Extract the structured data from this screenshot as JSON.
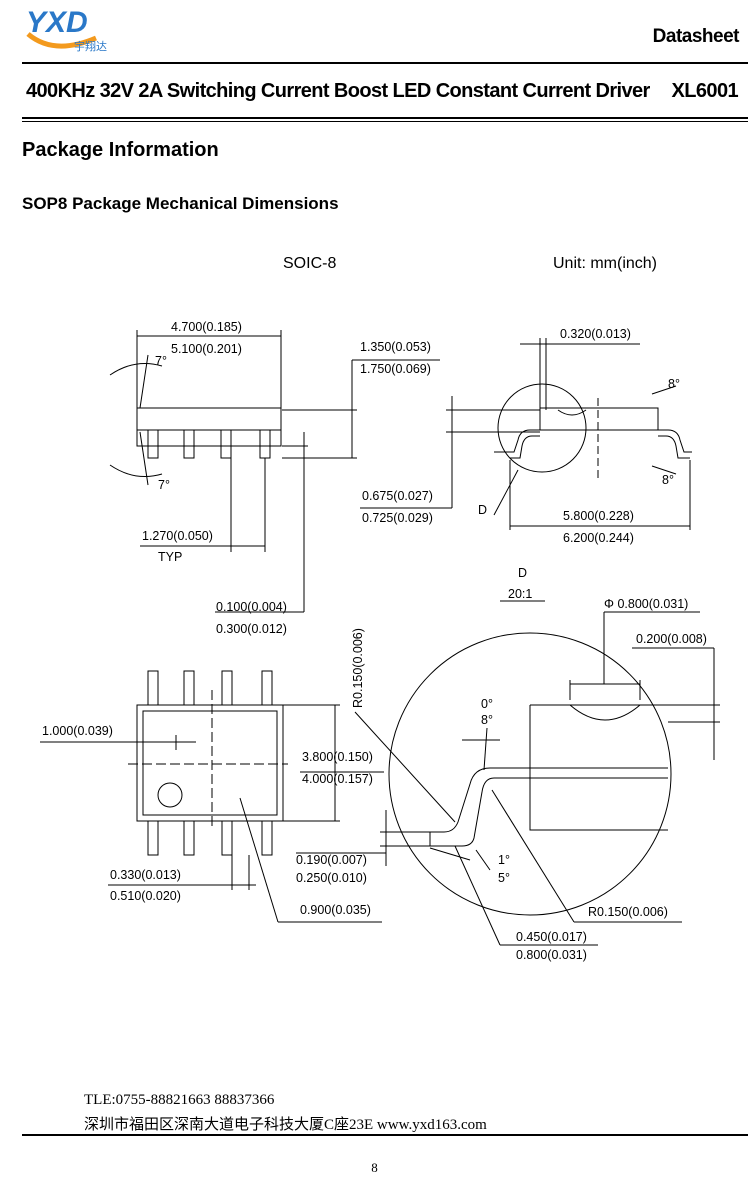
{
  "header": {
    "logo_text": "YXD",
    "logo_sub": "宇翔达",
    "doc_type": "Datasheet",
    "title": "400KHz 32V 2A Switching Current Boost LED Constant Current Driver",
    "part_number": "XL6001"
  },
  "section": {
    "heading": "Package Information",
    "subheading": "SOP8 Package Mechanical Dimensions"
  },
  "drawing": {
    "package_name": "SOIC-8",
    "unit": "Unit: mm(inch)",
    "dims": {
      "width_min": "4.700(0.185)",
      "width_max": "5.100(0.201)",
      "angle_top": "7°",
      "angle_bottom": "7°",
      "height_min": "1.350(0.053)",
      "height_max": "1.750(0.069)",
      "pitch": "1.270(0.050)",
      "pitch_note": "TYP",
      "standoff_min": "0.100(0.004)",
      "standoff_max": "0.300(0.012)",
      "lead_thk": "0.320(0.013)",
      "angle_right_top": "8°",
      "angle_right_bottom": "8°",
      "body_thk_min": "0.675(0.027)",
      "body_thk_max": "0.725(0.029)",
      "detail_label": "D",
      "span_min": "5.800(0.228)",
      "span_max": "6.200(0.244)",
      "detail_title": "D",
      "detail_scale": "20:1",
      "pin1_dia": "Φ 0.800(0.031)",
      "depth": "0.200(0.008)",
      "radius_top": "R0.150(0.006)",
      "angle_detail_top": "0°",
      "angle_detail_bottom": "8°",
      "chamfer": "1.000(0.039)",
      "body_w_min": "3.800(0.150)",
      "body_w_max": "4.000(0.157)",
      "lead_w_min": "0.330(0.013)",
      "lead_w_max": "0.510(0.020)",
      "foot_thk_min": "0.190(0.007)",
      "foot_thk_max": "0.250(0.010)",
      "angle_foot_top": "1°",
      "angle_foot_bottom": "5°",
      "pin1_offset": "0.900(0.035)",
      "radius_bottom": "R0.150(0.006)",
      "foot_len_min": "0.450(0.017)",
      "foot_len_max": "0.800(0.031)"
    }
  },
  "footer": {
    "tel": "TLE:0755-88821663  88837366",
    "address": "深圳市福田区深南大道电子科技大厦C座23E   www.yxd163.com",
    "page": "8"
  }
}
